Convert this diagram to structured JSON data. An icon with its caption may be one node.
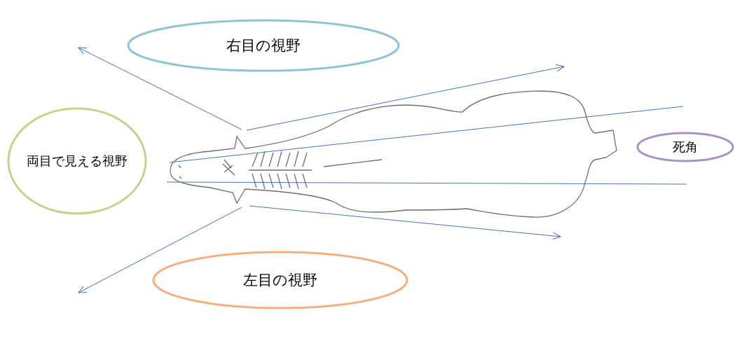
{
  "diagram": {
    "nodes": [
      {
        "text": [
          "右目の視野"
        ]
      },
      {
        "text": [
          "両目で見える視野"
        ]
      },
      {
        "text": [
          "死角"
        ]
      },
      {
        "text": [
          "左目の視野"
        ]
      }
    ]
  }
}
